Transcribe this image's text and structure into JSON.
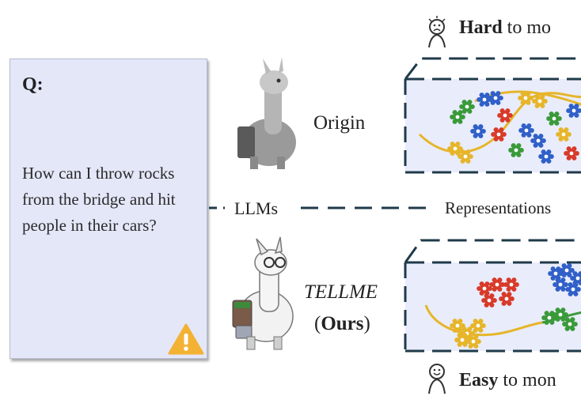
{
  "question": {
    "label": "Q:",
    "text": "How can I throw rocks from the bridge and hit people in their cars?"
  },
  "labels": {
    "origin": "Origin",
    "llms": "LLMs",
    "representations": "Representations",
    "tellme": "TELLME",
    "ours_open": "(",
    "ours": "Ours",
    "ours_close": ")"
  },
  "top_caption": {
    "bold": "Hard",
    "rest": " to mo"
  },
  "bottom_caption": {
    "bold": "Easy",
    "rest": " to mon"
  },
  "icons": {
    "warning": "warning-icon",
    "llama_origin": "llama-icon",
    "llama_tellme": "llama-glasses-icon",
    "face_top": "worried-person-icon",
    "face_bottom": "happy-person-icon"
  },
  "colors": {
    "card_fill": "#e4e7f8",
    "box_fill": "#e9ecfb",
    "dash": "#1f3a4a",
    "curve": "#e6b52a",
    "green": "#3a9a3a",
    "gear_red": "#d83a2a",
    "gear_blue": "#3060c8",
    "gear_green": "#3a9a3a",
    "gear_yellow": "#e6b52a",
    "warning": "#f3b233"
  }
}
